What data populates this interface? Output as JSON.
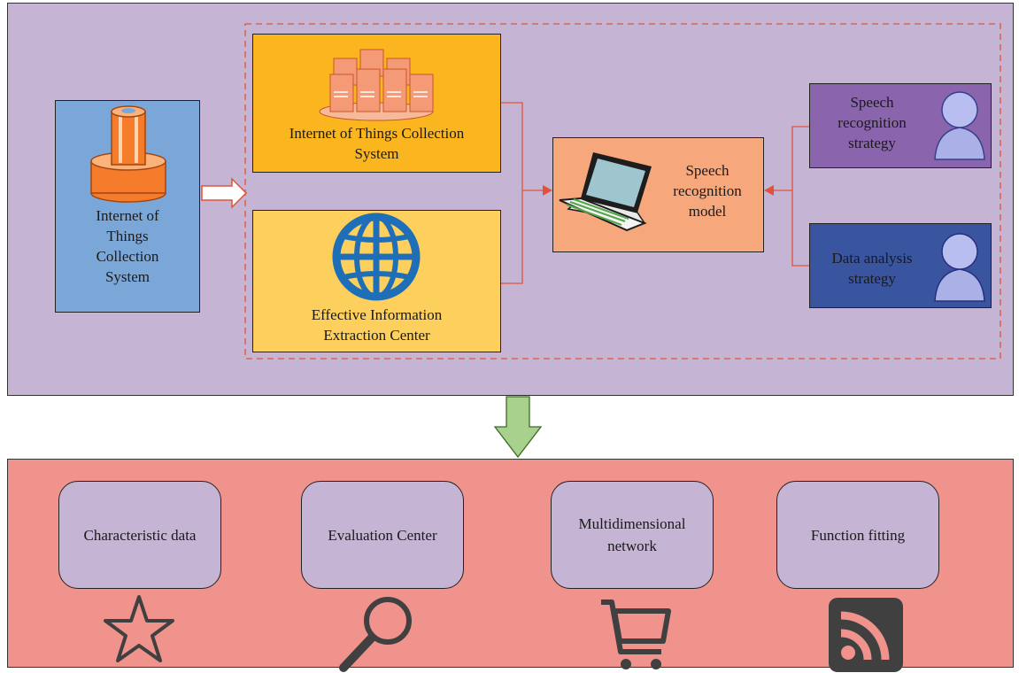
{
  "top_section": {
    "source_box": {
      "label_lines": [
        "Internet of",
        "Things",
        "Collection",
        "System"
      ]
    },
    "iot_box": {
      "label_lines": [
        "Internet of Things Collection",
        "System"
      ]
    },
    "extraction_box": {
      "label_lines": [
        "Effective Information",
        "Extraction Center"
      ]
    },
    "model_box": {
      "label_lines": [
        "Speech",
        "recognition",
        "model"
      ]
    },
    "speech_strategy": {
      "label_lines": [
        "Speech",
        "recognition",
        "strategy"
      ]
    },
    "data_strategy": {
      "label_lines": [
        "Data analysis",
        "strategy"
      ]
    }
  },
  "bottom_section": {
    "cards": [
      {
        "label_lines": [
          "Characteristic data"
        ],
        "icon": "star-icon"
      },
      {
        "label_lines": [
          "Evaluation Center"
        ],
        "icon": "magnifier-icon"
      },
      {
        "label_lines": [
          "Multidimensional",
          "network"
        ],
        "icon": "cart-icon"
      },
      {
        "label_lines": [
          "Function fitting"
        ],
        "icon": "rss-icon"
      }
    ]
  },
  "colors": {
    "top_panel": "#c5b4d3",
    "bottom_panel": "#f0938c",
    "source_box": "#7ba7d8",
    "iot_box": "#fbb61f",
    "extraction_box": "#fdcf5d",
    "model_box": "#f7a77c",
    "speech_strategy": "#8a64ad",
    "data_strategy": "#3a55a0",
    "connector": "#e0533a",
    "down_arrow": "#a9d18e",
    "globe": "#1f6fb8",
    "icon_dark": "#404040"
  }
}
